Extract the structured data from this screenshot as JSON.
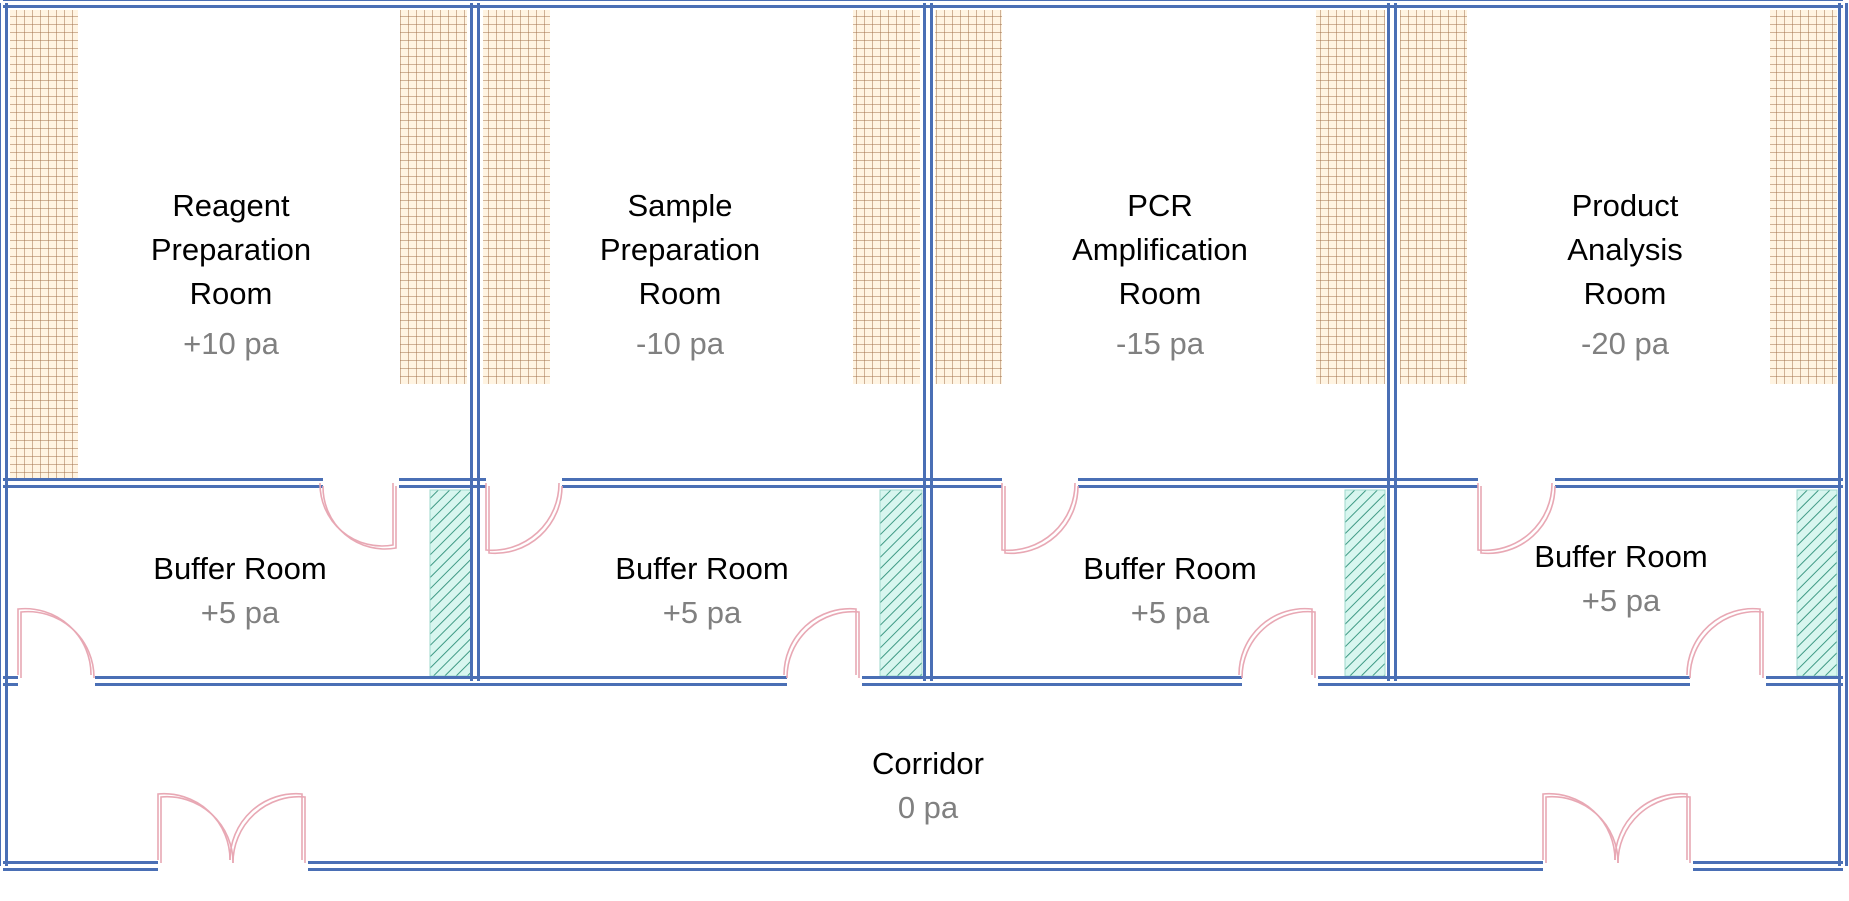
{
  "title": "PCR Laboratory Layout with Room Pressures",
  "colors": {
    "wall": "#4a6fb5",
    "door": "#e8a8b4",
    "bench_grid_line": "#a0704a",
    "bench_grid_fill": "#fff4e2",
    "hatch_line": "#3f9a85",
    "hatch_fill": "#d8f6ef",
    "label_text": "#000000",
    "pressure_text": "#808080"
  },
  "rooms": [
    {
      "id": "reagent",
      "name_lines": [
        "Reagent",
        "Preparation",
        "Room"
      ],
      "pressure": "+10 pa"
    },
    {
      "id": "sample",
      "name_lines": [
        "Sample",
        "Preparation",
        "Room"
      ],
      "pressure": "-10 pa"
    },
    {
      "id": "pcr",
      "name_lines": [
        "PCR",
        "Amplification",
        "Room"
      ],
      "pressure": "-15 pa"
    },
    {
      "id": "product",
      "name_lines": [
        "Product",
        "Analysis",
        "Room"
      ],
      "pressure": "-20 pa"
    }
  ],
  "buffers": [
    {
      "name": "Buffer Room",
      "pressure": "+5 pa"
    },
    {
      "name": "Buffer Room",
      "pressure": "+5 pa"
    },
    {
      "name": "Buffer Room",
      "pressure": "+5 pa"
    },
    {
      "name": "Buffer Room",
      "pressure": "+5 pa"
    }
  ],
  "corridor": {
    "name": "Corridor",
    "pressure": "0 pa"
  }
}
